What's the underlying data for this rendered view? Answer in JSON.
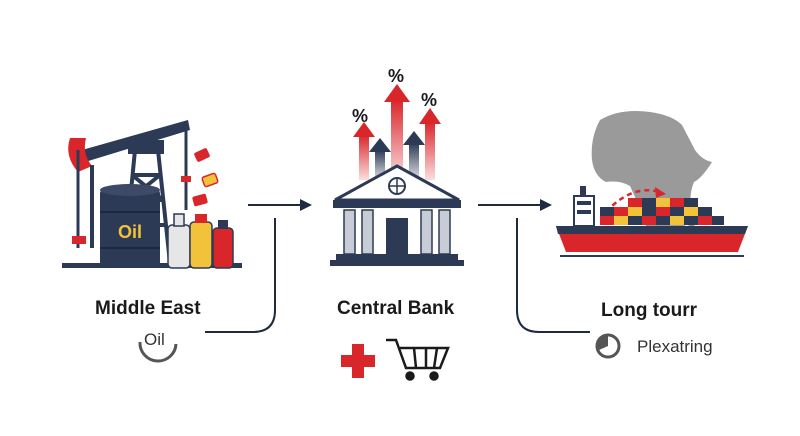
{
  "nodes": [
    {
      "title": "Middle East",
      "subtitle": "Oil"
    },
    {
      "title": "Central Bank",
      "subtitle": ""
    },
    {
      "title": "Long tourr",
      "subtitle": "Plexatring"
    }
  ],
  "oil_barrel_label": "Oil",
  "percent_symbol": "%",
  "colors": {
    "navy": "#2d3a55",
    "red": "#d9262b",
    "map_gray": "#9a9a9a",
    "line": "#1e2a40"
  }
}
